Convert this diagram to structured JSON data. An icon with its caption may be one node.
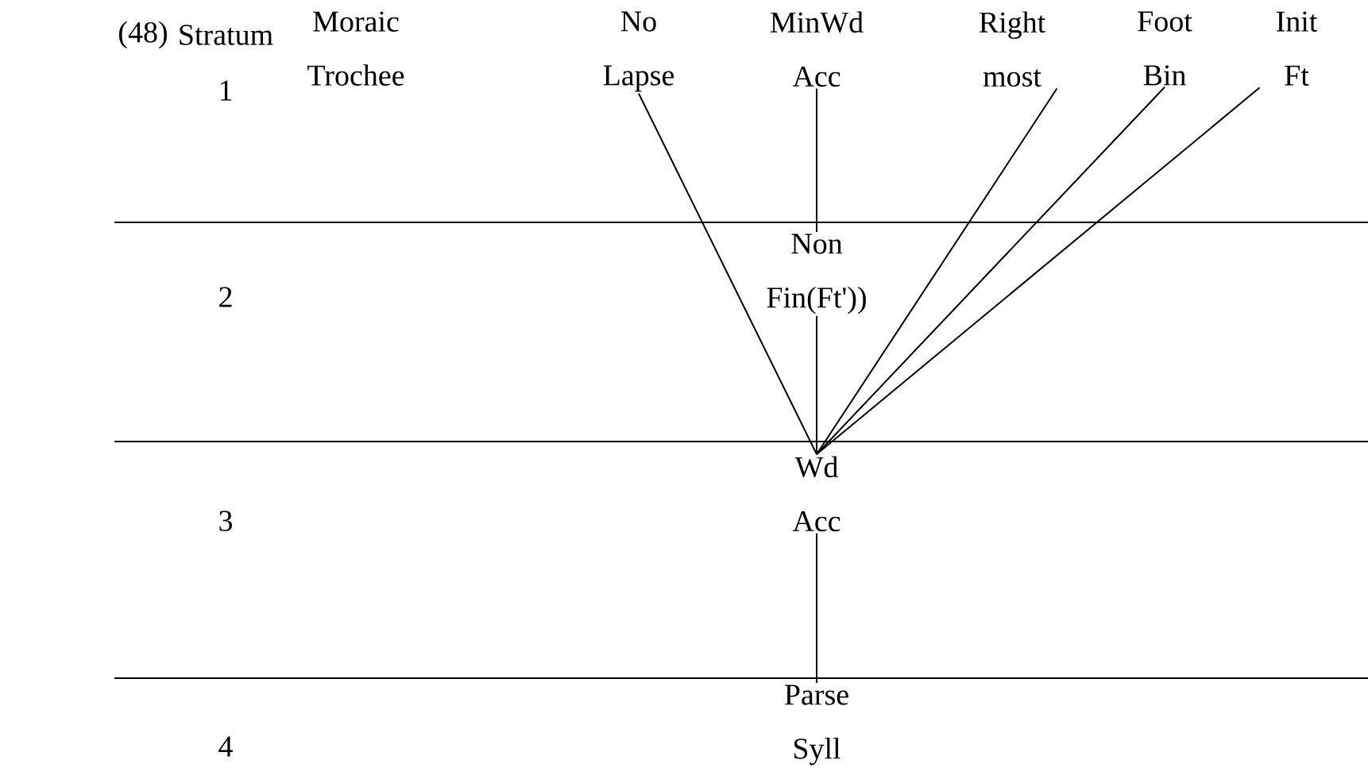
{
  "diagram": {
    "nodes": [
      {
        "text": [
          "Moraic Trochee"
        ]
      },
      {
        "text": [
          "No Lapse"
        ]
      },
      {
        "text": [
          "MinWd Acc"
        ]
      },
      {
        "text": [
          "Right most"
        ]
      },
      {
        "text": [
          "Foot Bin"
        ]
      },
      {
        "text": [
          "Init Ft"
        ]
      },
      {
        "text": [
          "Non Fin(Ft'))"
        ]
      },
      {
        "text": [
          "Wd Acc"
        ]
      },
      {
        "text": [
          "Parse Syll"
        ]
      }
    ],
    "edges": [
      {
        "from": 1,
        "to": 7,
        "arrow": "none"
      },
      {
        "from": 2,
        "to": 6,
        "arrow": "none"
      },
      {
        "from": 6,
        "to": 7,
        "arrow": "none"
      },
      {
        "from": 3,
        "to": 7,
        "arrow": "none"
      },
      {
        "from": 4,
        "to": 7,
        "arrow": "none"
      },
      {
        "from": 5,
        "to": 7,
        "arrow": "none"
      },
      {
        "from": 7,
        "to": 8,
        "arrow": "none"
      }
    ],
    "labels": [
      "(48)",
      "Stratum",
      "1",
      "2",
      "3",
      "4"
    ]
  }
}
